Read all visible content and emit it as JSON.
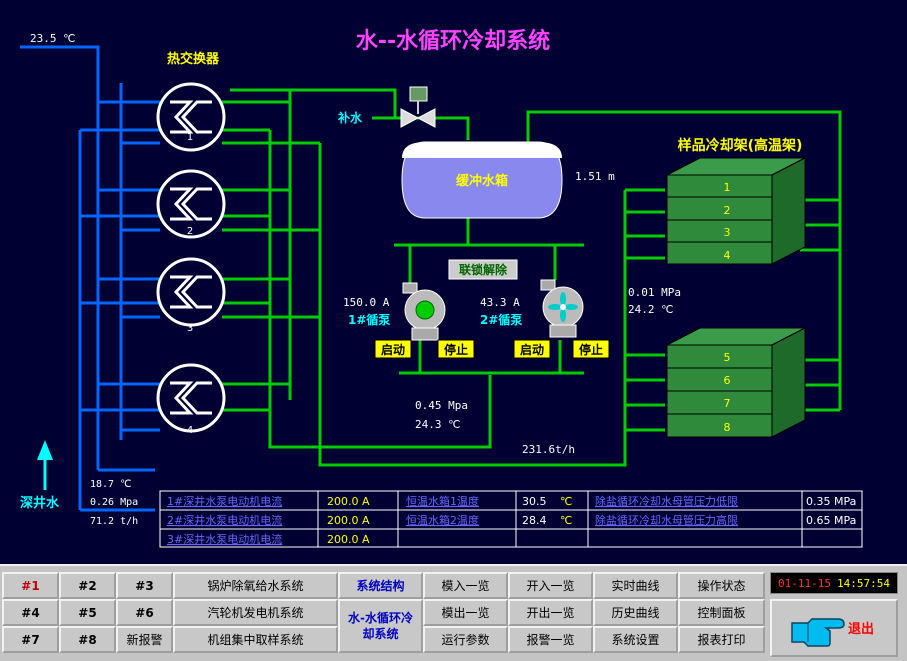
{
  "title": "水--水循环冷却系统",
  "inlet_temp": "23.5 ℃",
  "heat_exchanger": {
    "label": "热交换器",
    "units": [
      "1",
      "2",
      "3",
      "4"
    ]
  },
  "makeup_water_label": "补水",
  "buffer_tank": {
    "label": "缓冲水箱",
    "level": "1.51 m"
  },
  "rack": {
    "label": "样品冷却架(高温架)",
    "levels": [
      "1",
      "2",
      "3",
      "4",
      "5",
      "6",
      "7",
      "8"
    ]
  },
  "unlock_label": "联锁解除",
  "pumps": [
    {
      "current": "150.0 A",
      "name": "1#循泵",
      "start": "启动",
      "stop": "停止"
    },
    {
      "current": "43.3  A",
      "name": "2#循泵",
      "start": "启动",
      "stop": "停止"
    }
  ],
  "rack_in": {
    "pressure": "0.01 MPa",
    "temp": "24.2 ℃"
  },
  "pump_out": {
    "pressure": "0.45 Mpa",
    "temp": "24.3 ℃"
  },
  "return_flow": "231.6t/h",
  "deep_well": {
    "label": "深井水",
    "temp": "18.7 ℃",
    "pressure": "0.26 Mpa",
    "flow": "71.2 t/h"
  },
  "status_table": {
    "rows": [
      [
        "1#深井水泵电动机电流",
        "200.0 A",
        "恒温水箱1温度",
        "30.5",
        "℃",
        "除盐循环冷却水母管压力低限",
        "0.35 MPa"
      ],
      [
        "2#深井水泵电动机电流",
        "200.0 A",
        "恒温水箱2温度",
        "28.4",
        "℃",
        "除盐循环冷却水母管压力高限",
        "0.65 MPa"
      ],
      [
        "3#深井水泵电动机电流",
        "200.0 A",
        "",
        "",
        "",
        "",
        ""
      ]
    ]
  },
  "nav": {
    "units": [
      "#1",
      "#2",
      "#3",
      "#4",
      "#5",
      "#6",
      "#7",
      "#8",
      "新报警"
    ],
    "systems": [
      "锅炉除氧给水系统",
      "汽轮机发电机系统",
      "机组集中取样系统"
    ],
    "structure": "系统结构",
    "current": "水-水循环冷却系统",
    "grid": [
      "模入一览",
      "开入一览",
      "实时曲线",
      "操作状态",
      "模出一览",
      "开出一览",
      "历史曲线",
      "控制面板",
      "运行参数",
      "报警一览",
      "系统设置",
      "报表打印"
    ],
    "date": "01-11-15",
    "time": "14:57:54",
    "exit": "退出"
  },
  "colors": {
    "background": "#000033",
    "pipe_green": "#00cc00",
    "pipe_blue": "#0066ff",
    "title": "#ff44ff",
    "value_white": "#ffffff",
    "label_yellow": "#ffff00",
    "label_cyan": "#00ffff"
  }
}
